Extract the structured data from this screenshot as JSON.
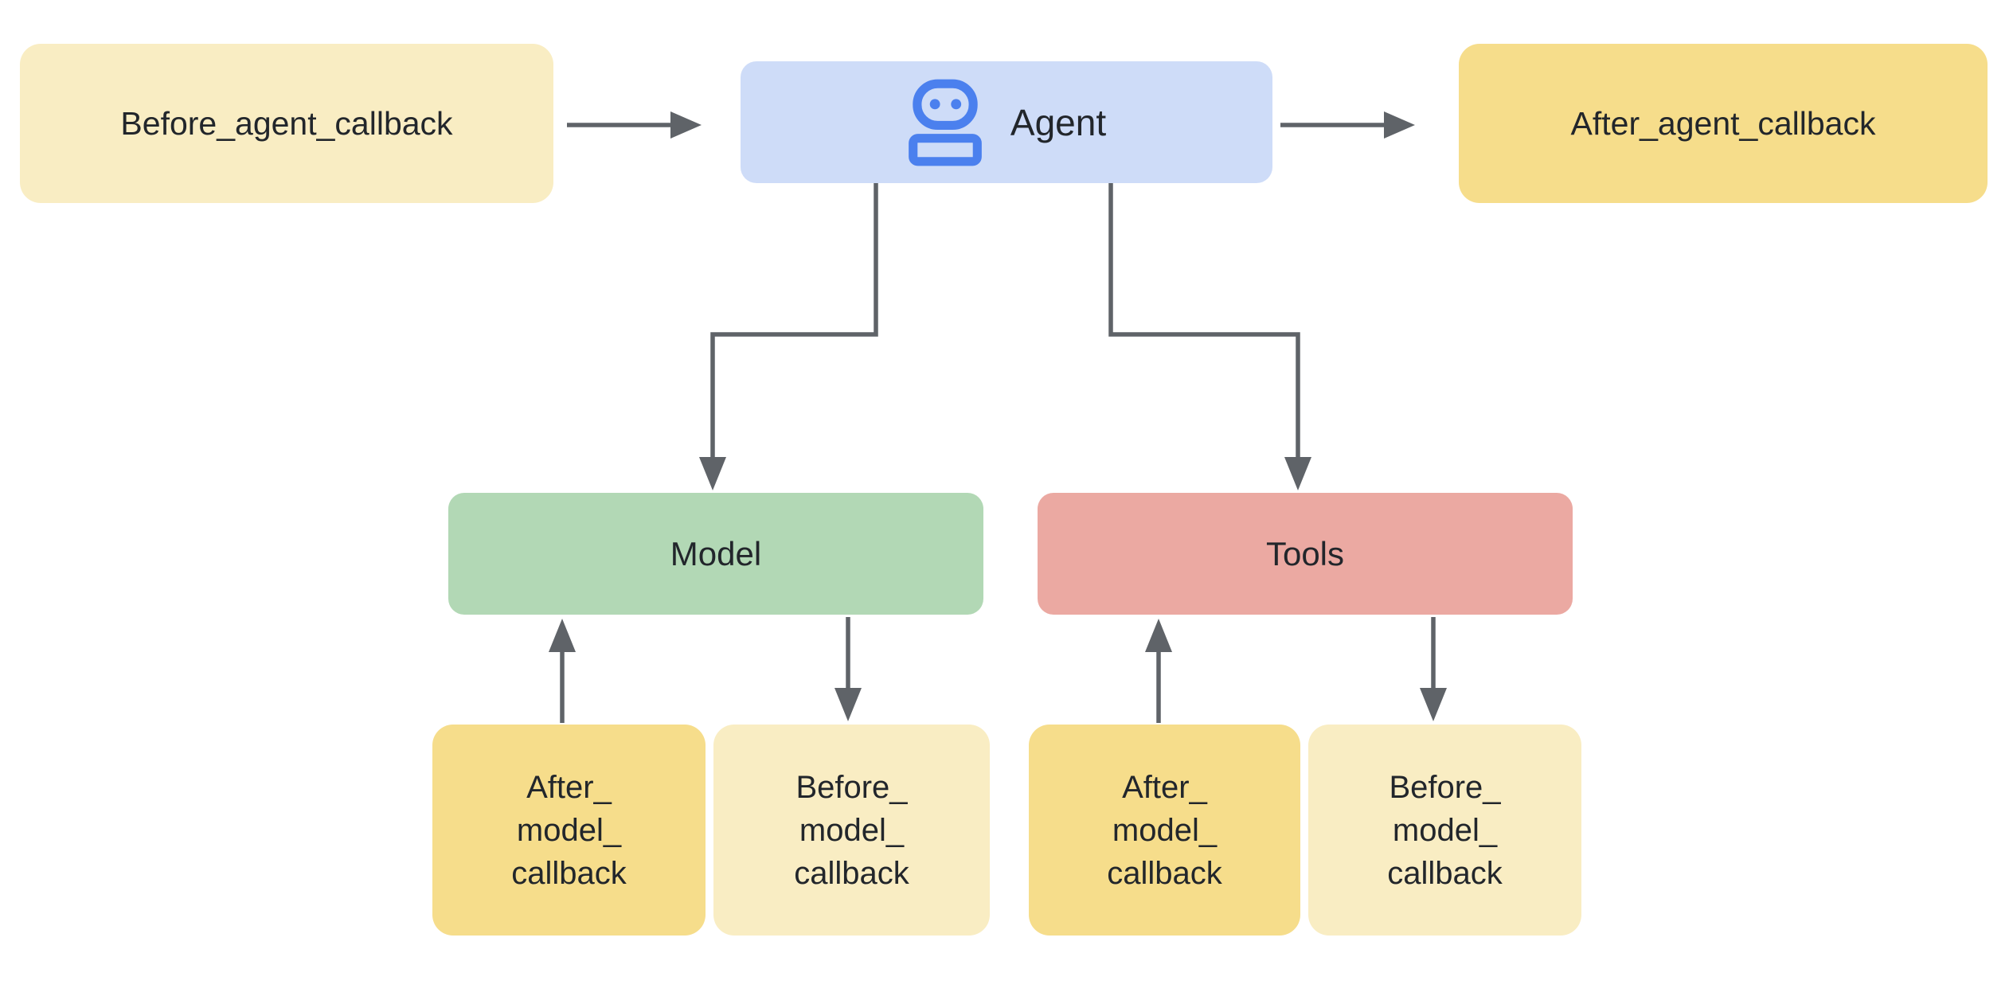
{
  "colors": {
    "cream": "#f9edc3",
    "gold": "#f6dd8b",
    "blue_bg": "#cedcf8",
    "icon_blue": "#4b80ee",
    "green": "#b2d8b5",
    "salmon": "#eba9a2",
    "arrow": "#5f6368",
    "ink": "#22262b"
  },
  "nodes": {
    "before_agent": {
      "label": "Before_agent_callback"
    },
    "agent": {
      "label": "Agent",
      "icon": "robot-icon"
    },
    "after_agent": {
      "label": "After_agent_callback"
    },
    "model": {
      "label": "Model"
    },
    "tools": {
      "label": "Tools"
    },
    "after_model_left": {
      "label": "After_\nmodel_\ncallback"
    },
    "before_model_left": {
      "label": "Before_\nmodel_\ncallback"
    },
    "after_model_right": {
      "label": "After_\nmodel_\ncallback"
    },
    "before_model_right": {
      "label": "Before_\nmodel_\ncallback"
    }
  },
  "edges": [
    {
      "from": "before_agent",
      "to": "agent",
      "direction": "right"
    },
    {
      "from": "agent",
      "to": "after_agent",
      "direction": "right"
    },
    {
      "from": "agent",
      "to": "model",
      "direction": "down"
    },
    {
      "from": "agent",
      "to": "tools",
      "direction": "down"
    },
    {
      "from": "after_model_left",
      "to": "model",
      "direction": "up"
    },
    {
      "from": "model",
      "to": "before_model_left",
      "direction": "down"
    },
    {
      "from": "after_model_right",
      "to": "tools",
      "direction": "up"
    },
    {
      "from": "tools",
      "to": "before_model_right",
      "direction": "down"
    }
  ]
}
